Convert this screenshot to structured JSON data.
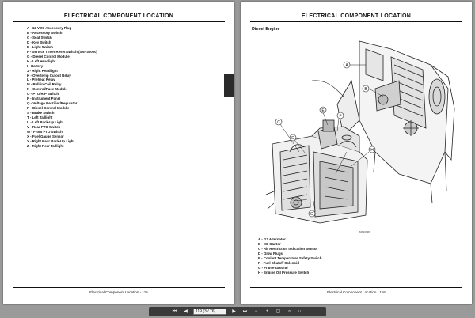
{
  "left_page": {
    "header": "ELECTRICAL   COMPONENT LOCATION",
    "legend": [
      "A - 12 VDC Accessory Plug",
      "B - Accessory Switch",
      "C - Seat Switch",
      "D - Key Switch",
      "E - Light Switch",
      "F - Service Timer Reset Switch (SN -30000)",
      "G - Diesel Control Module",
      "H - Left Headlight",
      "I - Battery",
      "J - Right Headlight",
      "K - Overtemp Cutout Relay",
      "L - Preheat Relay",
      "M - Pull-in Coil Relay",
      "N - Control/Fuse Module",
      "O - PTO/RIP Switch",
      "P - Instrument Panel",
      "Q - Voltage Rectifier/Regulator",
      "R - Diesel Control Module",
      "S - Brake Switch",
      "T - Left Taillight",
      "U - Left Back-Up Light",
      "V - Rear PTO Switch",
      "W - Front PTO Switch",
      "X - Fuel Gauge Sensor",
      "Y - Right Rear Back-Up Light",
      "Z - Right Rear Taillight"
    ],
    "footer": "Electrical   Component Location - 115"
  },
  "right_page": {
    "header": "ELECTRICAL   COMPONENT LOCATION",
    "section_title": "Diesel Engine",
    "figure_id": "MX13738",
    "callouts": [
      "A",
      "B",
      "C",
      "D",
      "E",
      "F",
      "G",
      "H"
    ],
    "legend": [
      "A - G2 Alternator",
      "B - M1 Starter",
      "C - Air Restriction Indication Sensor",
      "D - Glow Plugs",
      "E - Coolant Temperature Safety Switch",
      "F - Fuel Shutoff Solenoid",
      "G - Frame Ground",
      "H - Engine Oil Pressure Switch"
    ],
    "footer": "Electrical   Component Location - 116"
  },
  "toolbar": {
    "page_field": "119 (3 / 76)"
  },
  "colors": {
    "background": "#9a9a9a",
    "page": "#ffffff",
    "toolbar": "#3a3a3a"
  }
}
